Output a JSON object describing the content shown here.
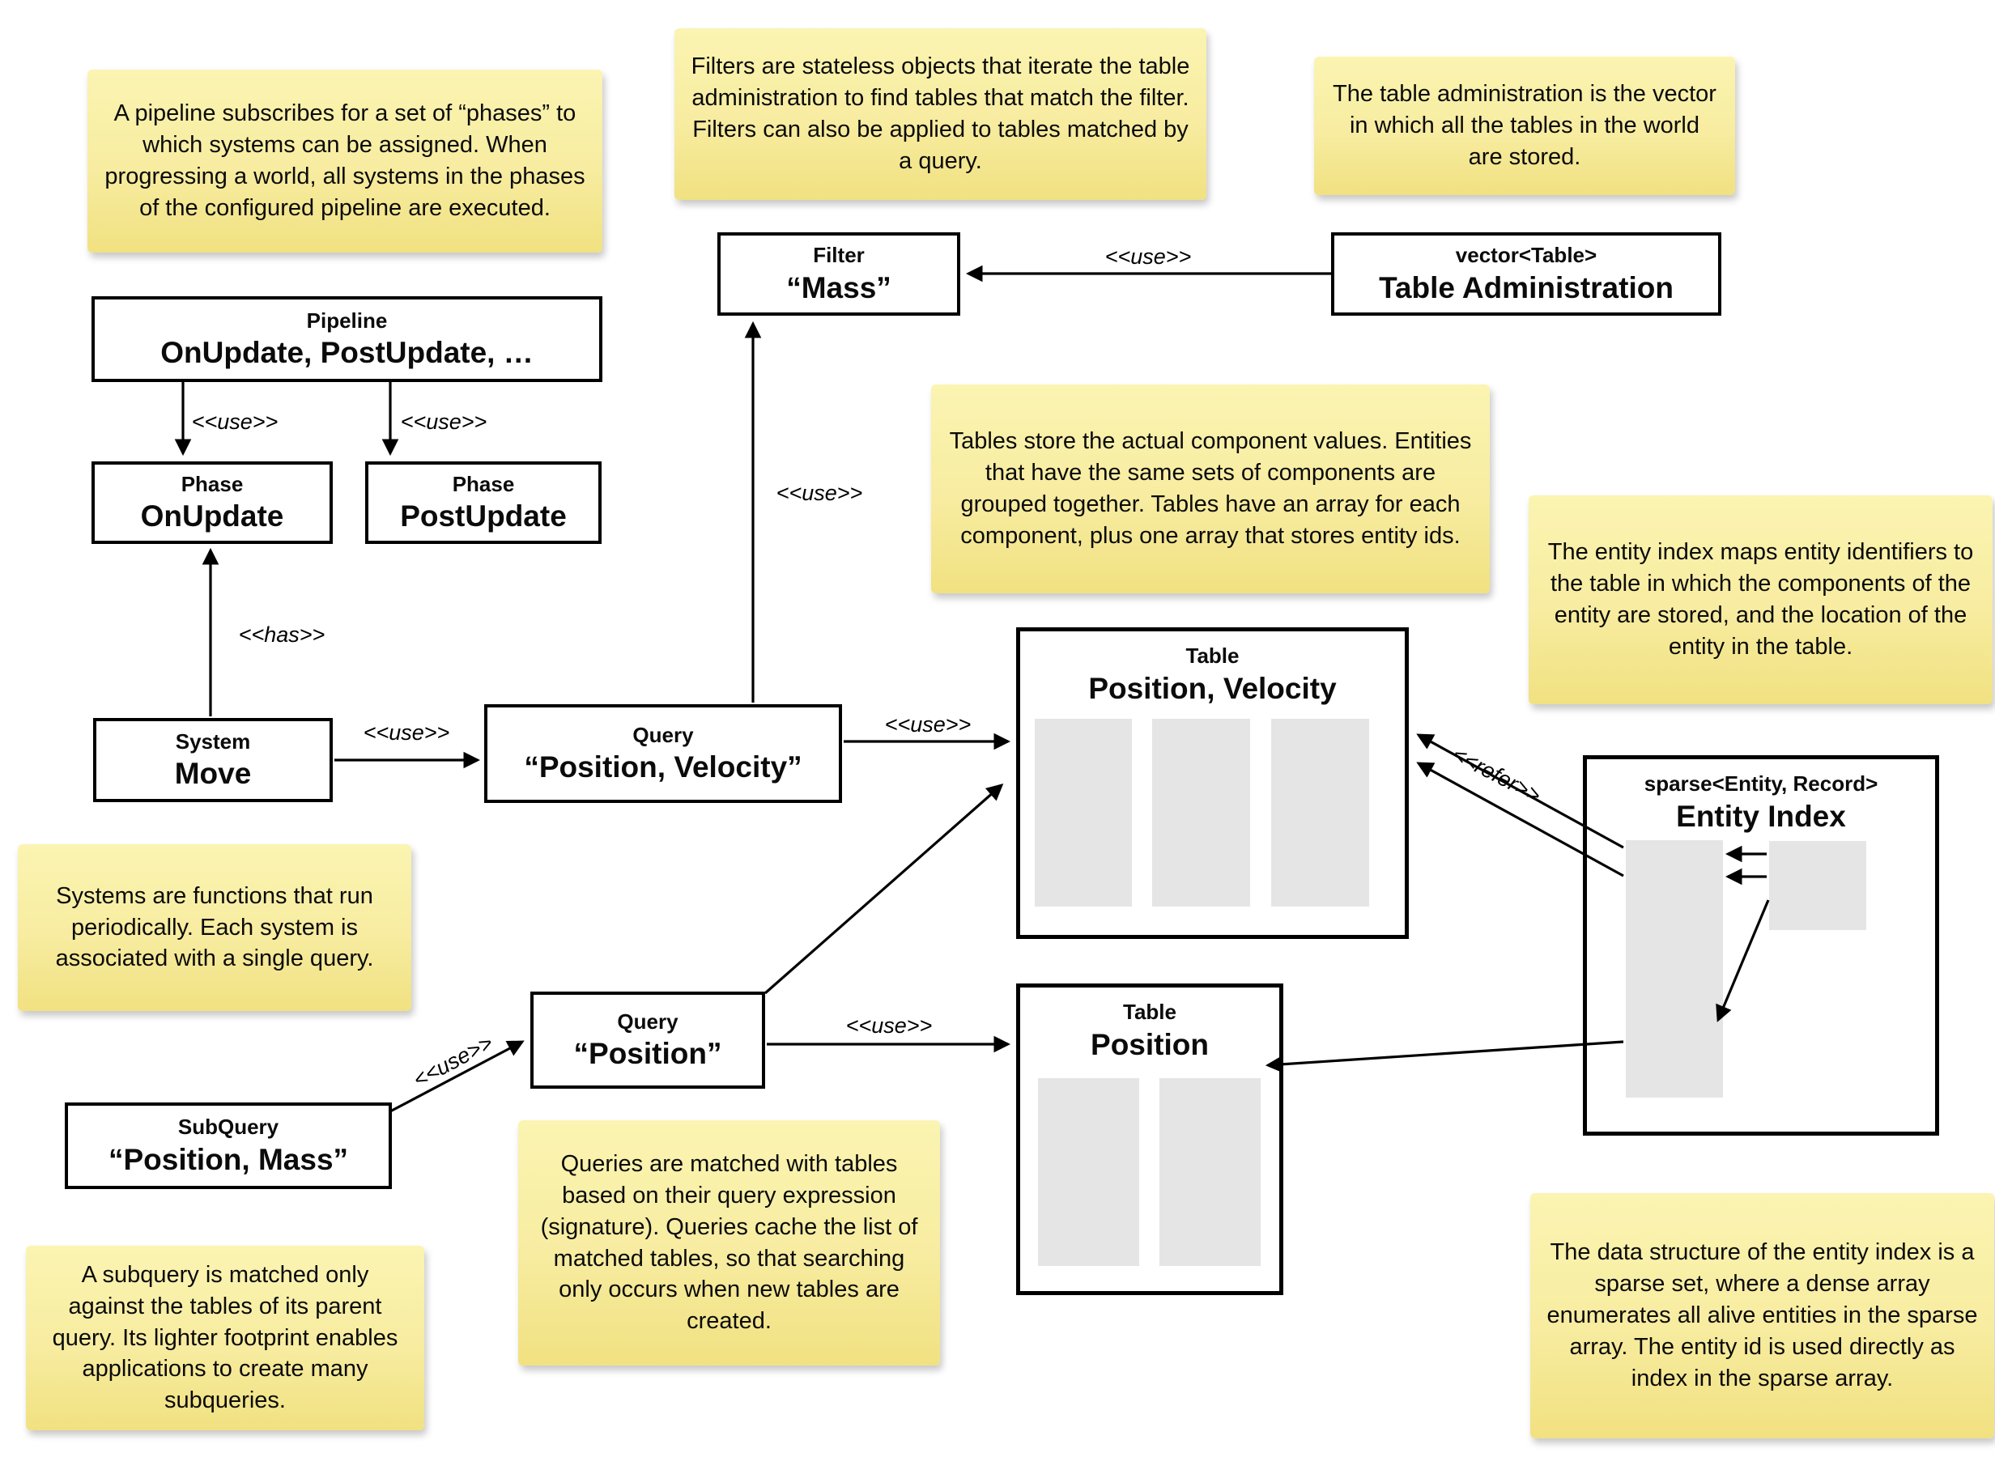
{
  "notes": {
    "pipeline": {
      "text": "A pipeline subscribes for a set of “phases” to which systems can be assigned. When progressing a world, all systems in the phases of the configured pipeline are executed."
    },
    "filters": {
      "text": "Filters are stateless objects that iterate the table administration to find tables that match the filter. Filters can also be applied to tables matched by a query."
    },
    "table_admin": {
      "text": "The table administration is the vector in which all the tables in the world are stored."
    },
    "tables": {
      "text": "Tables store the actual component values. Entities that have the same sets of components are grouped together. Tables have an array for each component, plus one array that stores entity ids."
    },
    "entity_index": {
      "text": "The entity index maps entity identifiers to the table in which the components of the entity are stored, and the location of the entity in the table."
    },
    "systems": {
      "text": "Systems are functions that run periodically. Each system is associated with a single query."
    },
    "queries": {
      "text": "Queries are matched with tables based on their query expression (signature). Queries cache the list of matched tables, so that searching only occurs when new tables are created."
    },
    "subquery": {
      "text": "A subquery is matched only against the tables of its parent query. Its lighter footprint enables applications to create many subqueries."
    },
    "entity_data": {
      "text": "The data structure of the entity index is a sparse set, where a dense array enumerates all alive entities in the sparse array. The entity id is used directly as index in the sparse array."
    }
  },
  "boxes": {
    "filter": {
      "stereotype": "Filter",
      "name": "“Mass”"
    },
    "table_admin": {
      "stereotype": "vector<Table>",
      "name": "Table Administration"
    },
    "pipeline": {
      "stereotype": "Pipeline",
      "name": "OnUpdate, PostUpdate, …"
    },
    "phase_on": {
      "stereotype": "Phase",
      "name": "OnUpdate"
    },
    "phase_post": {
      "stereotype": "Phase",
      "name": "PostUpdate"
    },
    "system": {
      "stereotype": "System",
      "name": "Move"
    },
    "query_pv": {
      "stereotype": "Query",
      "name": "“Position, Velocity”"
    },
    "query_pos": {
      "stereotype": "Query",
      "name": "“Position”"
    },
    "subquery": {
      "stereotype": "SubQuery",
      "name": "“Position, Mass”"
    },
    "table_pv": {
      "stereotype": "Table",
      "name": "Position, Velocity"
    },
    "table_pos": {
      "stereotype": "Table",
      "name": "Position"
    },
    "entity_index": {
      "stereotype": "sparse<Entity, Record>",
      "name": "Entity Index"
    }
  },
  "edge_labels": {
    "use": "<<use>>",
    "has": "<<has>>",
    "refer": "<<refer>>"
  },
  "colors": {
    "note_fill_top": "#FBF4B2",
    "note_fill_bottom": "#F1E181",
    "box_border": "#000000",
    "array_fill": "#E5E5E5",
    "background": "#FFFFFF"
  }
}
